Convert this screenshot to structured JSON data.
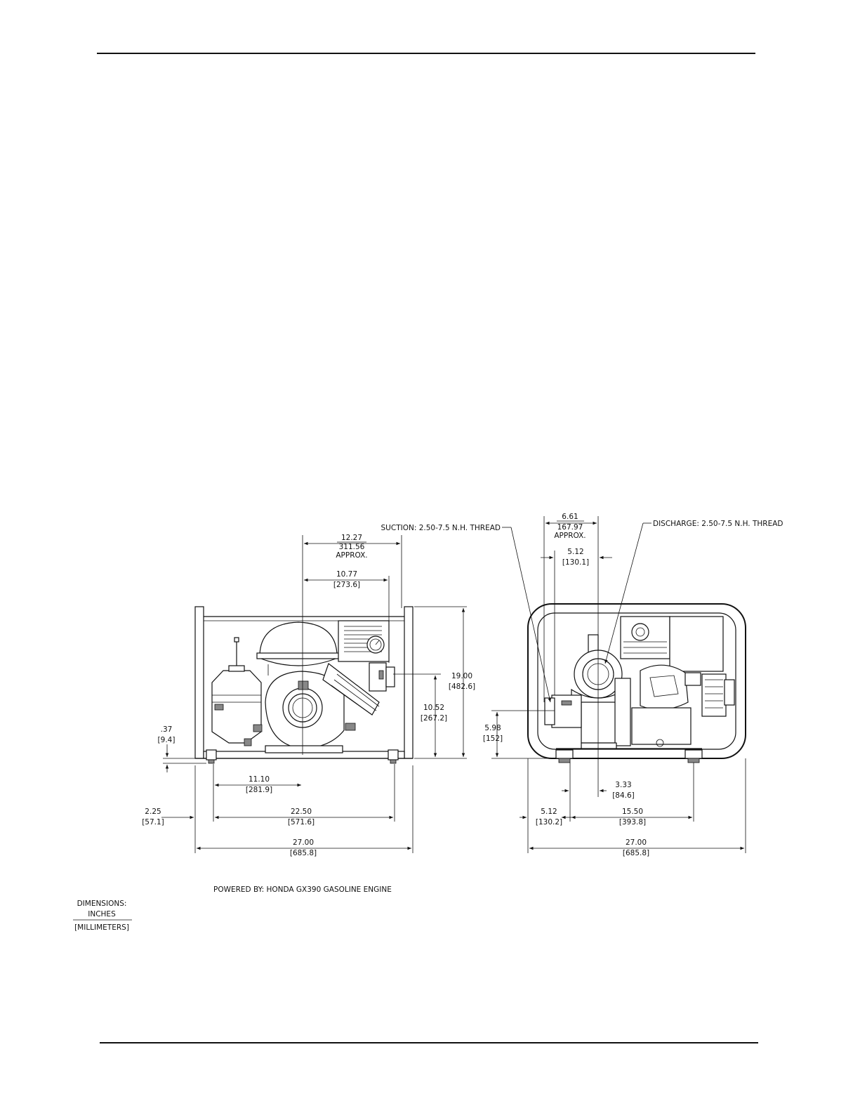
{
  "colors": {
    "ink": "#111111",
    "paper": "#ffffff"
  },
  "callouts": {
    "suction": "SUCTION: 2.50-7.5 N.H. THREAD",
    "discharge": "DISCHARGE: 2.50-7.5 N.H. THREAD",
    "powered_by": "POWERED BY: HONDA GX390 GASOLINE ENGINE"
  },
  "legend": {
    "title": "DIMENSIONS:",
    "unit_top": "INCHES",
    "unit_bottom": "[MILLIMETERS]"
  },
  "left_view": {
    "dims": {
      "d1227": {
        "in": "12.27",
        "mm": "311.56",
        "note": "APPROX."
      },
      "d1077": {
        "in": "10.77",
        "mm": "[273.6]"
      },
      "d1900": {
        "in": "19.00",
        "mm": "[482.6]"
      },
      "d1052": {
        "in": "10.52",
        "mm": "[267.2]"
      },
      "d037": {
        "in": ".37",
        "mm": "[9.4]"
      },
      "d1110": {
        "in": "11.10",
        "mm": "[281.9]"
      },
      "d225": {
        "in": "2.25",
        "mm": "[57.1]"
      },
      "d2250": {
        "in": "22.50",
        "mm": "[571.6]"
      },
      "d2700": {
        "in": "27.00",
        "mm": "[685.8]"
      }
    }
  },
  "right_view": {
    "dims": {
      "d661": {
        "in": "6.61",
        "mm": "167.97",
        "note": "APPROX."
      },
      "d512t": {
        "in": "5.12",
        "mm": "[130.1]"
      },
      "d598": {
        "in": "5.98",
        "mm": "[152]"
      },
      "d333": {
        "in": "3.33",
        "mm": "[84.6]"
      },
      "d512b": {
        "in": "5.12",
        "mm": "[130.2]"
      },
      "d1550": {
        "in": "15.50",
        "mm": "[393.8]"
      },
      "d2700": {
        "in": "27.00",
        "mm": "[685.8]"
      }
    }
  }
}
